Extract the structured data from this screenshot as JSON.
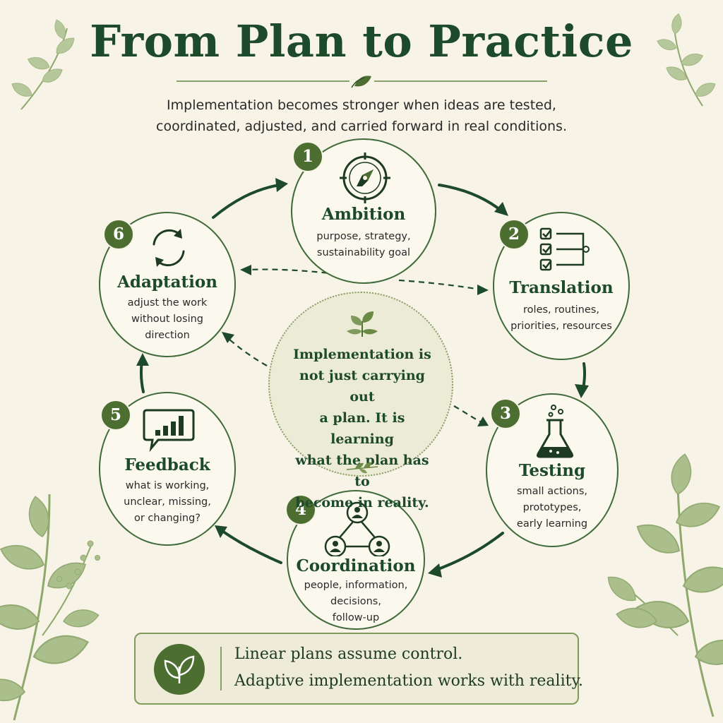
{
  "title": "From Plan to Practice",
  "subtitle": "Implementation becomes stronger when ideas are tested, coordinated, adjusted, and carried forward in real conditions.",
  "stages": [
    {
      "number": "1",
      "title": "Ambition",
      "desc": "purpose, strategy,\nsustainability goal",
      "icon": "compass-icon"
    },
    {
      "number": "2",
      "title": "Translation",
      "desc": "roles, routines,\npriorities, resources",
      "icon": "checklist-icon"
    },
    {
      "number": "3",
      "title": "Testing",
      "desc": "small actions,\nprototypes,\nearly learning",
      "icon": "flask-icon"
    },
    {
      "number": "4",
      "title": "Coordination",
      "desc": "people, information,\ndecisions,\nfollow-up",
      "icon": "network-icon"
    },
    {
      "number": "5",
      "title": "Feedback",
      "desc": "what is working,\nunclear, missing,\nor changing?",
      "icon": "chart-bubble-icon"
    },
    {
      "number": "6",
      "title": "Adaptation",
      "desc": "adjust the work\nwithout losing\ndirection",
      "icon": "cycle-arrows-icon"
    }
  ],
  "center": {
    "text": "Implementation is\nnot just carrying out\na plan. It is learning\nwhat the plan has to\nbecome in reality.",
    "icon": "leaf-sprig-icon"
  },
  "bottom": {
    "line1": "Linear plans assume control.",
    "line2": "Adaptive implementation works with reality.",
    "icon": "leaf-icon"
  },
  "colors": {
    "background": "#f7f3e6",
    "primary": "#1d4a2a",
    "accent": "#4c6e30",
    "leaf": "#9fb57e"
  }
}
